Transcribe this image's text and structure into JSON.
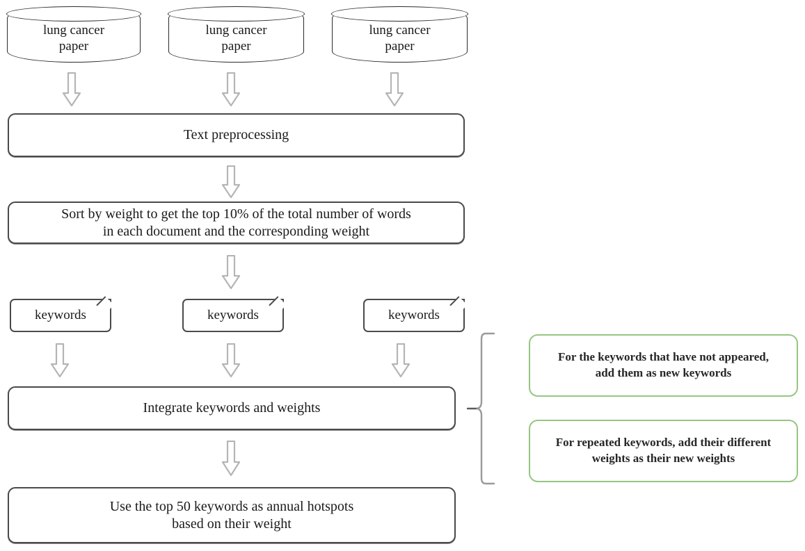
{
  "diagram": {
    "title": "Keyword extraction and annual hotspot flowchart",
    "colors": {
      "box_border": "#4a4a4a",
      "cylinder_border": "#2b2b2b",
      "note_border": "#96c680",
      "arrow_fill": "#ffffff",
      "arrow_stroke": "#b5b5b5",
      "brace_stroke": "#9a9a9a",
      "text": "#1a1a1a",
      "background": "#ffffff"
    },
    "sources": [
      {
        "label": "lung cancer\npaper"
      },
      {
        "label": "lung cancer\npaper"
      },
      {
        "label": "lung cancer\npaper"
      }
    ],
    "steps": {
      "preprocessing": "Text preprocessing",
      "sort": "Sort by weight to get the top 10% of the total number of words\nin each document and the corresponding weight",
      "integrate": "Integrate keywords and weights",
      "hotspots": "Use the top 50 keywords as annual hotspots\nbased on their weight"
    },
    "keywords": [
      {
        "label": "keywords"
      },
      {
        "label": "keywords"
      },
      {
        "label": "keywords"
      }
    ],
    "notes": [
      {
        "label": "For the keywords that have not appeared,\nadd them as new keywords"
      },
      {
        "label": "For repeated keywords, add their different\nweights as their new weights"
      }
    ],
    "icons": {
      "down_arrow": "down-block-arrow-icon",
      "brace": "right-curly-brace-icon",
      "cylinder": "database-cylinder-icon",
      "document": "document-corner-icon"
    }
  }
}
